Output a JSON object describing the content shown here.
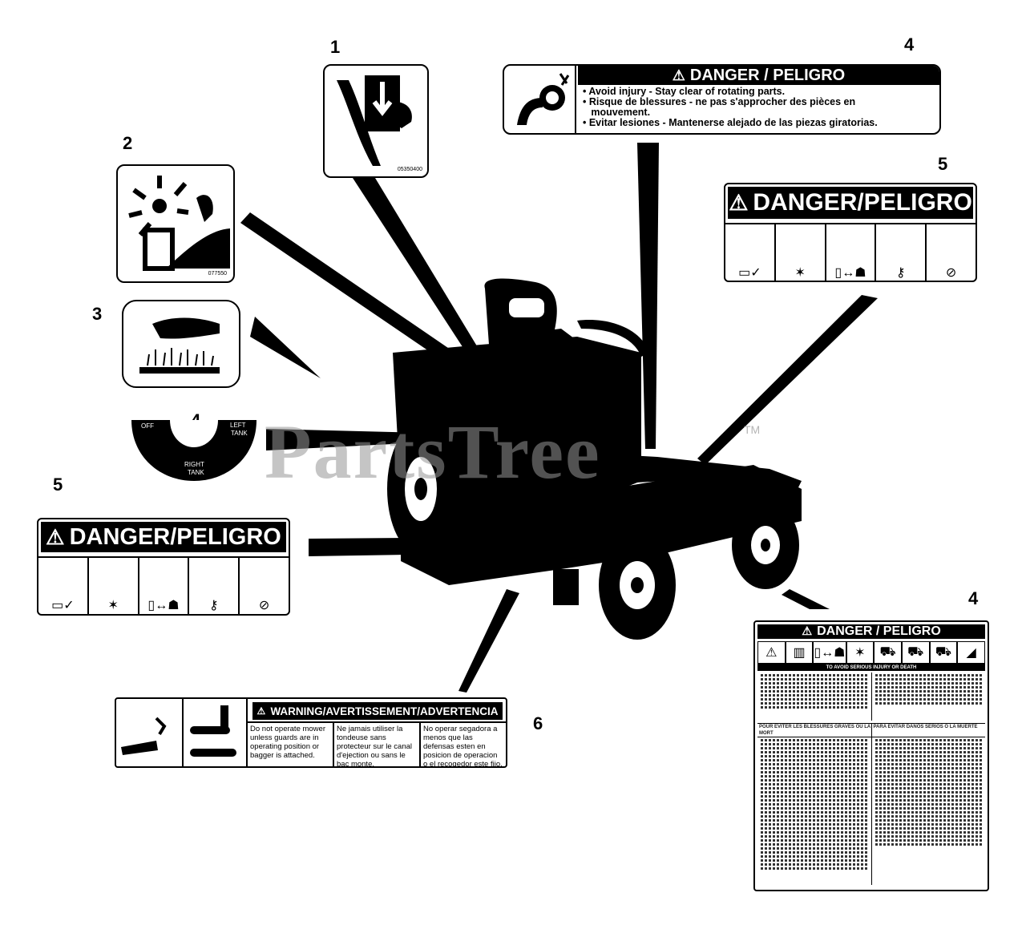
{
  "callouts": [
    "1",
    "2",
    "3",
    "4",
    "4",
    "5",
    "5",
    "4",
    "6"
  ],
  "watermark": "PartsTree",
  "watermark_tm": "TM",
  "decal1": {
    "code": "05350400"
  },
  "decal2": {
    "code": "077550"
  },
  "decal4_top": {
    "title": "DANGER / PELIGRO",
    "lines": [
      "• Avoid injury - Stay clear of rotating parts.",
      "• Risque de blessures - ne pas s'approcher des pièces en",
      "   mouvement.",
      "• Evitar lesiones - Mantenerse alejado de las piezas giratorias."
    ]
  },
  "decal5_right": {
    "title": "DANGER/PELIGRO"
  },
  "decal5_left": {
    "title": "DANGER/PELIGRO"
  },
  "fuel_decal": {
    "off": "OFF",
    "left": "LEFT",
    "tank1": "TANK",
    "right": "RIGHT",
    "tank2": "TANK"
  },
  "warning_decal": {
    "title": "WARNING/AVERTISSEMENT/ADVERTENCIA",
    "col_en": "Do not operate mower unless guards are in operating position or bagger is attached.",
    "col_fr": "Ne jamais utiliser la tondeuse sans protecteur sur le canal d'ejection ou sans le bac monte.",
    "col_es": "No operar segadora a menos que las defensas esten en posicion de operacion o el recogedor este fijo."
  },
  "decal4_big": {
    "title": "DANGER / PELIGRO",
    "sub1": "TO AVOID SERIOUS INJURY OR DEATH",
    "sub2a": "POUR EVITER LES BLESSURES GRAVES OU LA MORT",
    "sub2b": "PARA EVITAR DAÑOS SERIOS O LA MUERTE"
  }
}
